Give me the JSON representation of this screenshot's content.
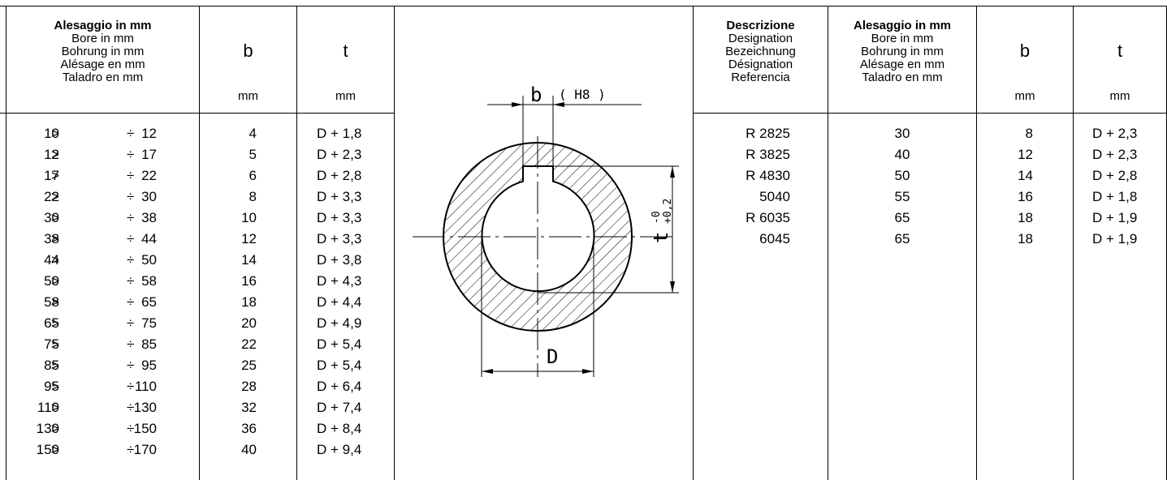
{
  "left_table": {
    "headers": {
      "bore": [
        "Alesaggio in mm",
        "Bore in mm",
        "Bohrung in mm",
        "Alésage en mm",
        "Taladro en mm"
      ],
      "b": "b",
      "t": "t",
      "unit_b": "mm",
      "unit_t": "mm"
    },
    "rows": [
      {
        "gt": ">",
        "lo": "10",
        "div": "÷",
        "hi": "12",
        "b": "4",
        "t": "D + 1,8"
      },
      {
        "gt": ">",
        "lo": "12",
        "div": "÷",
        "hi": "17",
        "b": "5",
        "t": "D + 2,3"
      },
      {
        "gt": ">",
        "lo": "17",
        "div": "÷",
        "hi": "22",
        "b": "6",
        "t": "D + 2,8"
      },
      {
        "gt": ">",
        "lo": "22",
        "div": "÷",
        "hi": "30",
        "b": "8",
        "t": "D + 3,3"
      },
      {
        "gt": ">",
        "lo": "30",
        "div": "÷",
        "hi": "38",
        "b": "10",
        "t": "D + 3,3"
      },
      {
        "gt": ">",
        "lo": "38",
        "div": "÷",
        "hi": "44",
        "b": "12",
        "t": "D + 3,3"
      },
      {
        "gt": ">",
        "lo": "44",
        "div": "÷",
        "hi": "50",
        "b": "14",
        "t": "D + 3,8"
      },
      {
        "gt": ">",
        "lo": "50",
        "div": "÷",
        "hi": "58",
        "b": "16",
        "t": "D + 4,3"
      },
      {
        "gt": ">",
        "lo": "58",
        "div": "÷",
        "hi": "65",
        "b": "18",
        "t": "D + 4,4"
      },
      {
        "gt": ">",
        "lo": "65",
        "div": "÷",
        "hi": "75",
        "b": "20",
        "t": "D + 4,9"
      },
      {
        "gt": ">",
        "lo": "75",
        "div": "÷",
        "hi": "85",
        "b": "22",
        "t": "D + 5,4"
      },
      {
        "gt": ">",
        "lo": "85",
        "div": "÷",
        "hi": "95",
        "b": "25",
        "t": "D + 5,4"
      },
      {
        "gt": ">",
        "lo": "95",
        "div": "÷",
        "hi": "110",
        "b": "28",
        "t": "D + 6,4"
      },
      {
        "gt": ">",
        "lo": "110",
        "div": "÷",
        "hi": "130",
        "b": "32",
        "t": "D + 7,4"
      },
      {
        "gt": ">",
        "lo": "130",
        "div": "÷",
        "hi": "150",
        "b": "36",
        "t": "D + 8,4"
      },
      {
        "gt": ">",
        "lo": "150",
        "div": "÷",
        "hi": "170",
        "b": "40",
        "t": "D + 9,4"
      }
    ]
  },
  "drawing": {
    "label_b": "b",
    "label_h8": "( H8 )",
    "label_t": "t",
    "tol_upper": "+0,2",
    "tol_lower": "-0",
    "label_d": "D"
  },
  "right_table": {
    "headers": {
      "designation": [
        "Descrizione",
        "Designation",
        "Bezeichnung",
        "Désignation",
        "Referencia"
      ],
      "bore": [
        "Alesaggio in mm",
        "Bore in mm",
        "Bohrung in mm",
        "Alésage en mm",
        "Taladro en mm"
      ],
      "b": "b",
      "t": "t",
      "unit_b": "mm",
      "unit_t": "mm"
    },
    "rows": [
      {
        "desc": "R 2825",
        "bore": "30",
        "b": "8",
        "t": "D + 2,3"
      },
      {
        "desc": "R 3825",
        "bore": "40",
        "b": "12",
        "t": "D + 2,3"
      },
      {
        "desc": "R 4830",
        "bore": "50",
        "b": "14",
        "t": "D + 2,8"
      },
      {
        "desc": "5040",
        "bore": "55",
        "b": "16",
        "t": "D + 1,8"
      },
      {
        "desc": "R 6035",
        "bore": "65",
        "b": "18",
        "t": "D + 1,9"
      },
      {
        "desc": "6045",
        "bore": "65",
        "b": "18",
        "t": "D + 1,9"
      }
    ]
  }
}
